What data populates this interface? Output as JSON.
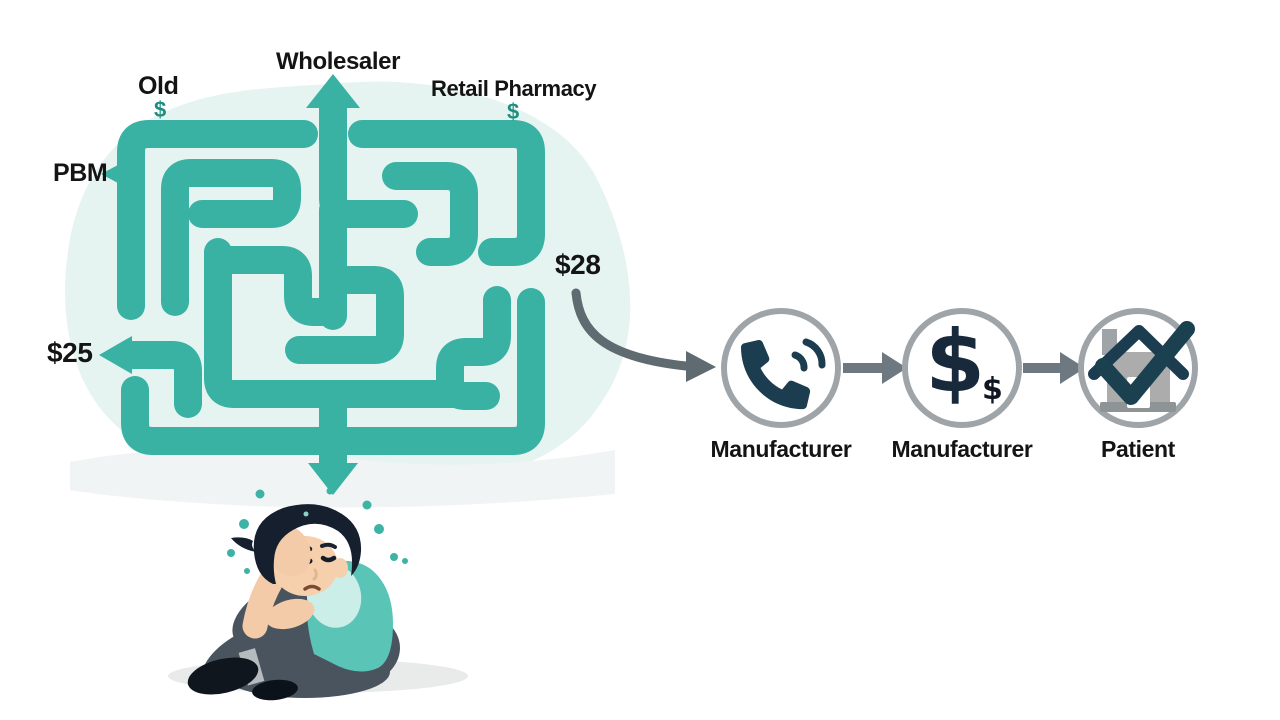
{
  "palette": {
    "maze_teal": "#39B2A4",
    "dollar_teal_dark": "#1F8E80",
    "blob_mint": "#E6F4F1",
    "text_black": "#141414",
    "icon_navy": "#1C3D4F",
    "flow_arrow_gray": "#66717A",
    "circle_stroke_gray": "#9EA4A8"
  },
  "maze_panel": {
    "label_old": "Old",
    "dollar_old": "$",
    "label_wholesaler": "Wholesaler",
    "label_retail_pharmacy": "Retail Pharmacy",
    "dollar_retail": "$",
    "label_pbm": "PBM",
    "price_left": "$25",
    "price_right": "$28",
    "graphic": "teal-maze-with-entry-exit-arrows"
  },
  "flow_panel": {
    "nodes": [
      {
        "label": "Manufacturer",
        "icon": "phone-icon"
      },
      {
        "label": "Manufacturer",
        "icon": "dollar-icon",
        "dollar_big": "$",
        "dollar_small": "$"
      },
      {
        "label": "Patient",
        "icon": "house-check-icon"
      }
    ]
  },
  "illustration": {
    "figure": "distressed-person-sitting",
    "details": [
      "teal-sweat-droplets",
      "down-arrow-from-maze-pointing-at-person",
      "soft-ground-shadow"
    ]
  }
}
